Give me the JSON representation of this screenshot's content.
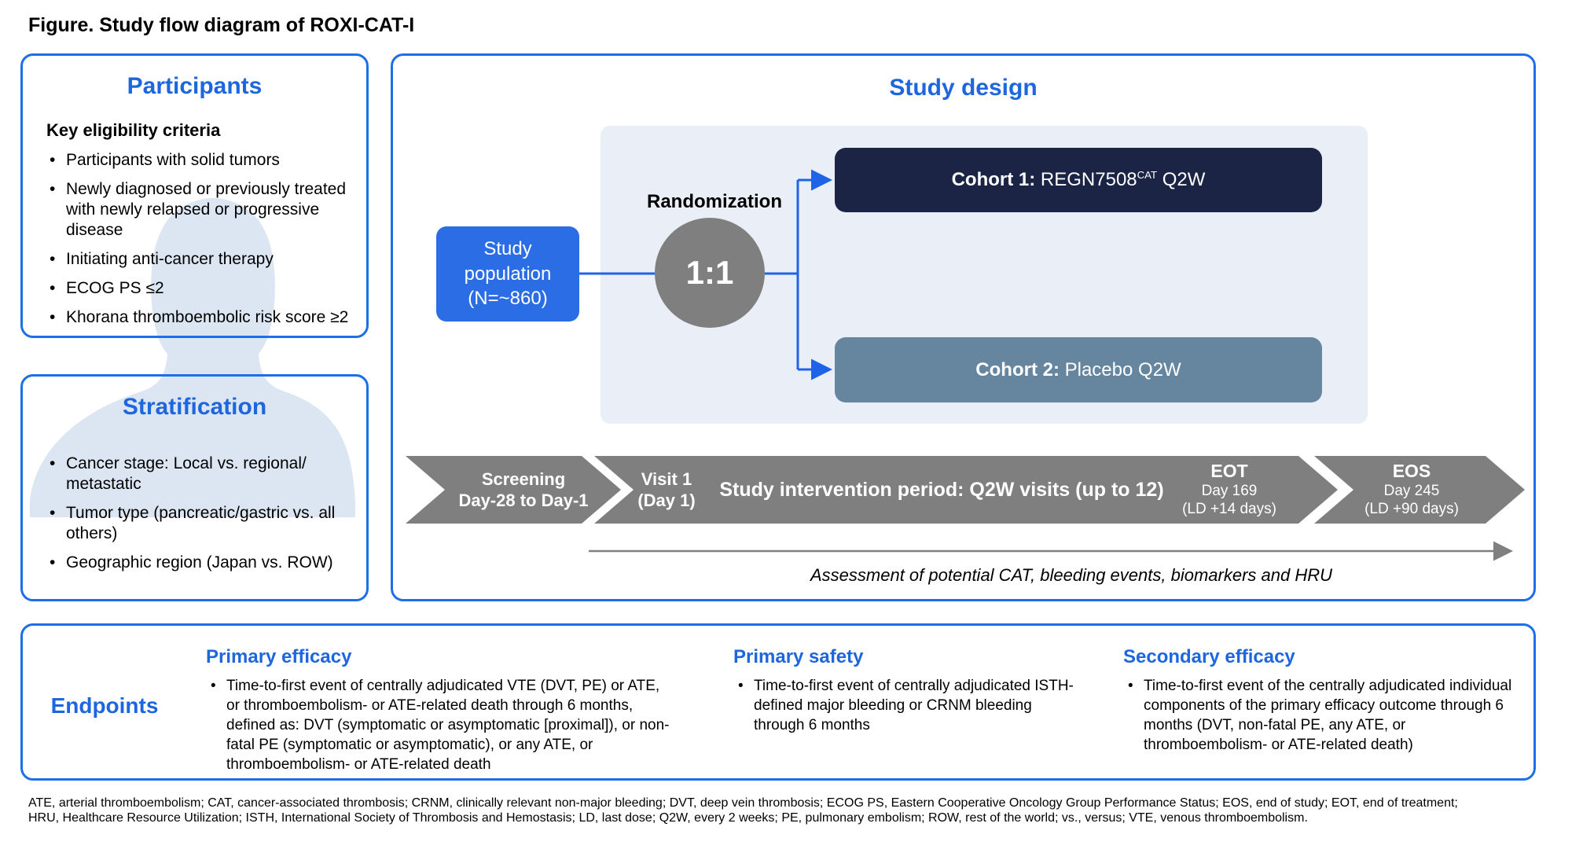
{
  "figure_title": "Figure. Study flow diagram of ROXI-CAT-I",
  "colors": {
    "accent_blue": "#1e66dd",
    "panel_border_blue": "#1e6ee8",
    "population_box_blue": "#2b6de4",
    "cohort1_navy": "#1b2444",
    "cohort2_slate": "#66859f",
    "timeline_gray": "#7f7f7f",
    "randomization_zone": "#e9eef7",
    "silhouette_blue": "#dce6f2"
  },
  "participants": {
    "title": "Participants",
    "subtitle": "Key eligibility criteria",
    "bullets": [
      "Participants with solid tumors",
      "Newly diagnosed or previously treated with newly relapsed or progressive disease",
      "Initiating anti-cancer therapy",
      "ECOG PS ≤2",
      "Khorana thromboembolic risk score ≥2"
    ]
  },
  "stratification": {
    "title": "Stratification",
    "bullets": [
      "Cancer stage: Local vs. regional/ metastatic",
      "Tumor type (pancreatic/gastric vs. all others)",
      "Geographic region (Japan vs. ROW)"
    ]
  },
  "study_design": {
    "title": "Study design",
    "population_box": "Study population (N=~860)",
    "randomization_label": "Randomization",
    "ratio": "1:1",
    "cohort1": {
      "label": "Cohort 1:",
      "drug": " REGN7508",
      "superscript": "CAT",
      "suffix": " Q2W"
    },
    "cohort2": {
      "label": "Cohort 2:",
      "treatment": " Placebo Q2W"
    },
    "timeline": {
      "screening": {
        "line1": "Screening",
        "line2": "Day-28 to Day-1"
      },
      "visit1": {
        "line1": "Visit 1",
        "line2": "(Day 1)"
      },
      "intervention": "Study intervention period: Q2W visits (up to 12)",
      "eot": {
        "title": "EOT",
        "line2": "Day 169",
        "line3": "(LD +14 days)"
      },
      "eos": {
        "title": "EOS",
        "line2": "Day 245",
        "line3": "(LD +90 days)"
      }
    },
    "assessment_note": "Assessment of potential CAT, bleeding events, biomarkers and HRU"
  },
  "endpoints": {
    "title": "Endpoints",
    "columns": [
      {
        "heading": "Primary efficacy",
        "bullets": [
          "Time-to-first event of centrally adjudicated VTE (DVT, PE) or ATE, or thromboembolism- or ATE-related death through 6 months, defined as: DVT (symptomatic or asymptomatic [proximal]), or non-fatal PE (symptomatic or asymptomatic), or any ATE, or thromboembolism- or ATE-related death"
        ]
      },
      {
        "heading": "Primary safety",
        "bullets": [
          "Time-to-first event of centrally adjudicated ISTH-defined major bleeding or CRNM bleeding through 6 months"
        ]
      },
      {
        "heading": "Secondary efficacy",
        "bullets": [
          "Time-to-first event of the centrally adjudicated individual components of the primary efficacy outcome through 6 months (DVT, non-fatal PE, any ATE, or thromboembolism- or ATE-related death)"
        ]
      }
    ]
  },
  "footnote": {
    "line1": "ATE, arterial thromboembolism; CAT, cancer-associated thrombosis; CRNM, clinically relevant non-major bleeding; DVT, deep vein thrombosis; ECOG PS, Eastern Cooperative Oncology Group Performance Status; EOS, end of study; EOT, end of treatment;",
    "line2": "HRU, Healthcare Resource Utilization; ISTH, International Society of Thrombosis and Hemostasis; LD, last dose; Q2W, every 2 weeks; PE, pulmonary embolism; ROW, rest of the world; vs., versus; VTE, venous thromboembolism."
  }
}
